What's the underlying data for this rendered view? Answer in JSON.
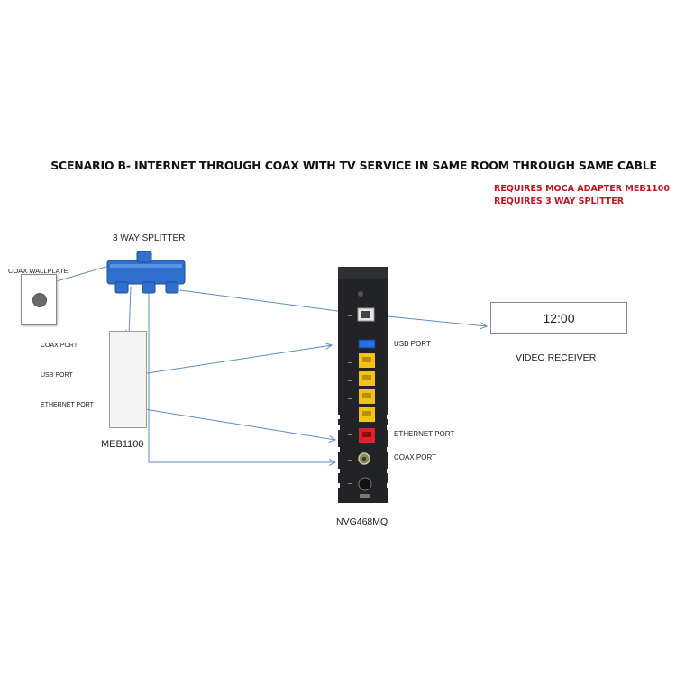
{
  "title": "SCENARIO B-  INTERNET THROUGH COAX WITH TV SERVICE IN SAME ROOM THROUGH SAME CABLE",
  "requirements": [
    "REQUIRES MOCA ADAPTER MEB1100",
    "REQUIRES 3 WAY SPLITTER"
  ],
  "splitter": {
    "label": "3 WAY SPLITTER",
    "color": "#2f6fd0"
  },
  "wallplate": {
    "label": "COAX WALLPLATE"
  },
  "adapter": {
    "name": "MEB1100",
    "ports": [
      "COAX PORT",
      "USB PORT",
      "ETHERNET  PORT"
    ]
  },
  "gateway": {
    "name": "NVG468MQ",
    "port_labels": [
      "USB PORT",
      "ETHERNET PORT",
      "COAX PORT"
    ],
    "lan_port_color": "#f2c313",
    "wan_port_color": "#e0202a",
    "usb_port_color": "#2a6ee0"
  },
  "receiver": {
    "display": "12:00",
    "label": "VIDEO RECEIVER"
  },
  "colors": {
    "cable": "#5b8bc9",
    "title_red": "#c0151c"
  }
}
